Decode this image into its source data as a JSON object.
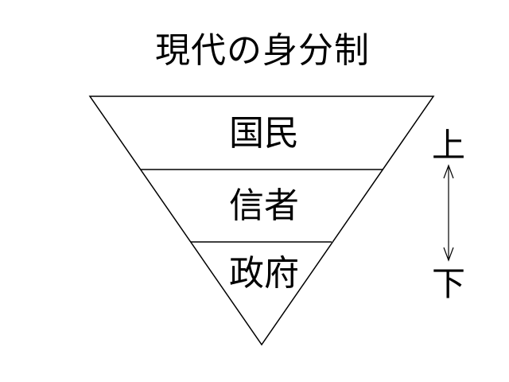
{
  "title": "現代の身分制",
  "layers": [
    {
      "label": "国民"
    },
    {
      "label": "信者"
    },
    {
      "label": "政府"
    }
  ],
  "scale": {
    "top_label": "上",
    "bottom_label": "下",
    "arrow_icon": "double-headed-vertical-arrow"
  },
  "colors": {
    "line": "#000000",
    "background": "#ffffff"
  }
}
